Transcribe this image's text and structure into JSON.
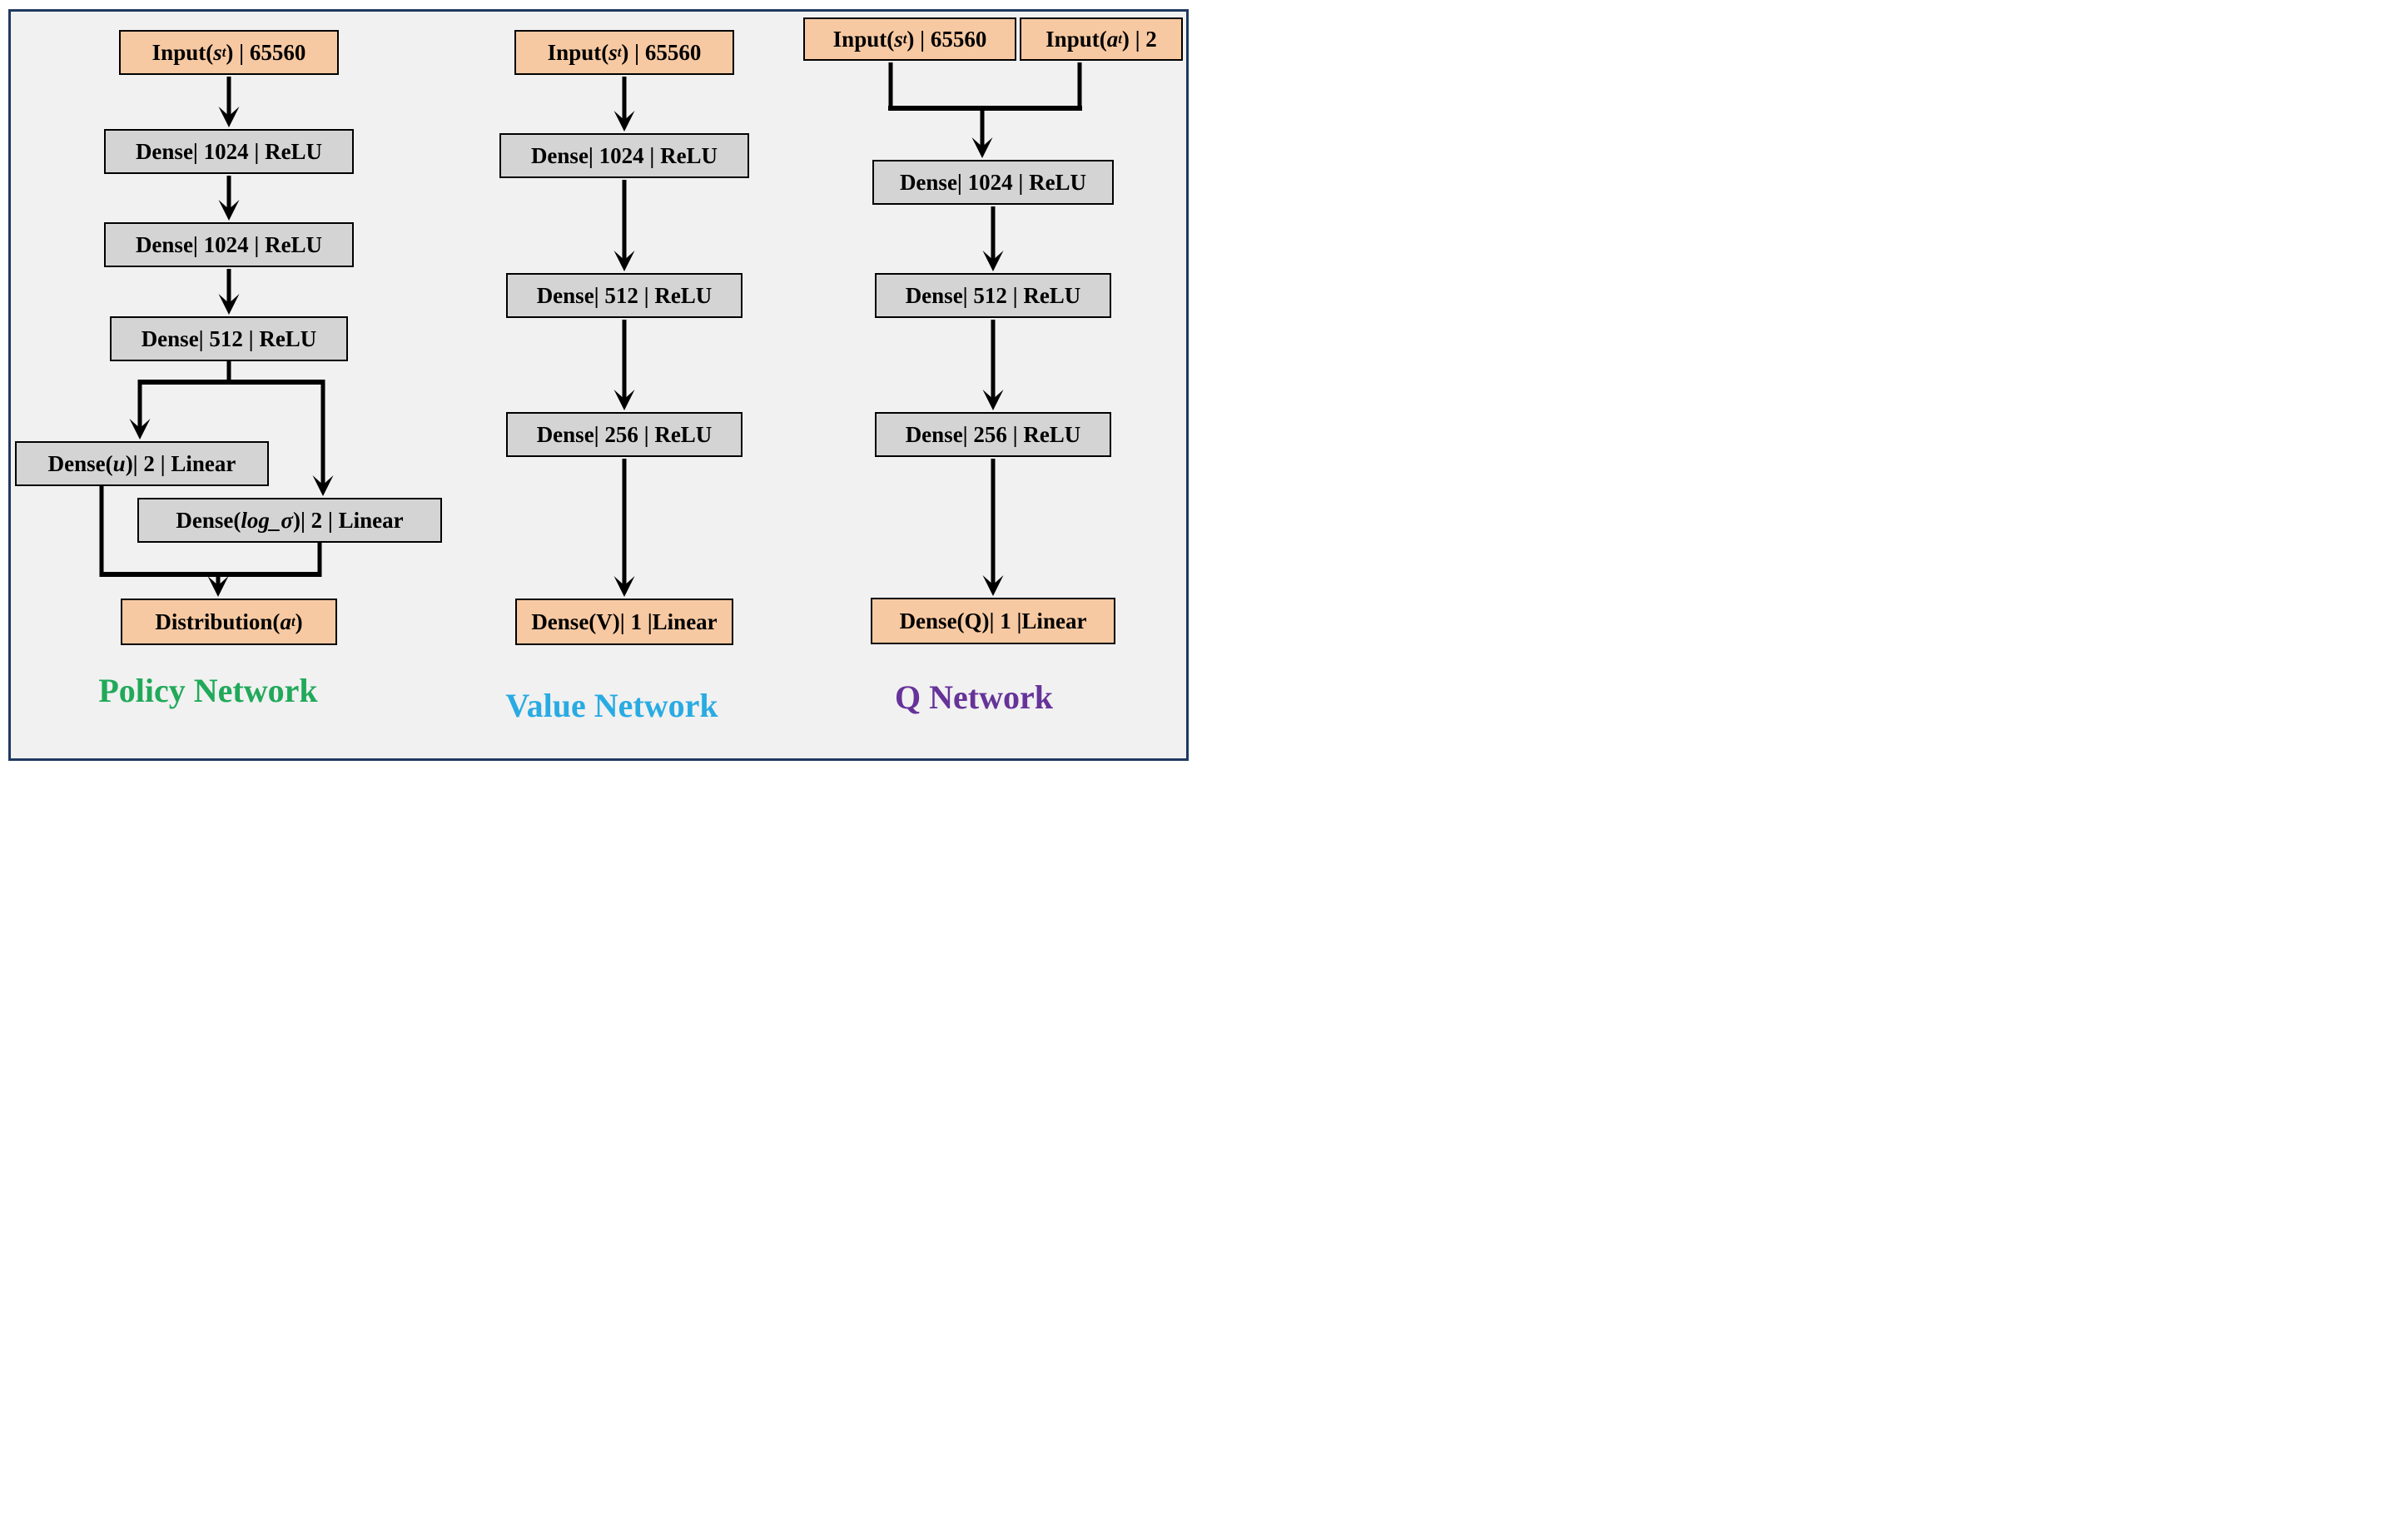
{
  "palette": {
    "io_box_fill": "#f7c9a2",
    "hidden_box_fill": "#d4d4d4",
    "box_border": "#000000",
    "frame_border": "#20395f",
    "canvas_background": "#f1f1f1",
    "page_background": "#ffffff",
    "arrow_color": "#000000"
  },
  "networks": [
    {
      "label": "Policy Network",
      "color": "#21a95a",
      "boxes": [
        {
          "pre": "Input(",
          "v": "s",
          "sub": "t",
          "post": ") | 65560"
        },
        {
          "pre": "Dense| 1024 | ReLU"
        },
        {
          "pre": "Dense| 1024 | ReLU"
        },
        {
          "pre": "Dense| 512 | ReLU"
        },
        {
          "pre": "Dense(",
          "v": "u",
          "post": ")| 2 | Linear"
        },
        {
          "pre": "Dense(",
          "v": "log_σ",
          "post": ")| 2 | Linear"
        },
        {
          "pre": "Distribution(",
          "v": "a",
          "sub": "t",
          "post": ")"
        }
      ]
    },
    {
      "label": "Value Network",
      "color": "#29abe2",
      "boxes": [
        {
          "pre": "Input(",
          "v": "s",
          "sub": "t",
          "post": ") | 65560"
        },
        {
          "pre": "Dense| 1024 | ReLU"
        },
        {
          "pre": "Dense| 512 | ReLU"
        },
        {
          "pre": "Dense| 256 | ReLU"
        },
        {
          "pre": "Dense(V)| 1 |Linear"
        }
      ]
    },
    {
      "label": "Q Network",
      "color": "#663399",
      "boxes": [
        {
          "pre": "Input(",
          "v": "s",
          "sub": "t",
          "post": ") | 65560"
        },
        {
          "pre": "Input(",
          "v": "a",
          "sub": "t",
          "post": ") | 2"
        },
        {
          "pre": "Dense| 1024 | ReLU"
        },
        {
          "pre": "Dense| 512 | ReLU"
        },
        {
          "pre": "Dense| 256 | ReLU"
        },
        {
          "pre": "Dense(Q)| 1 |Linear"
        }
      ]
    }
  ]
}
